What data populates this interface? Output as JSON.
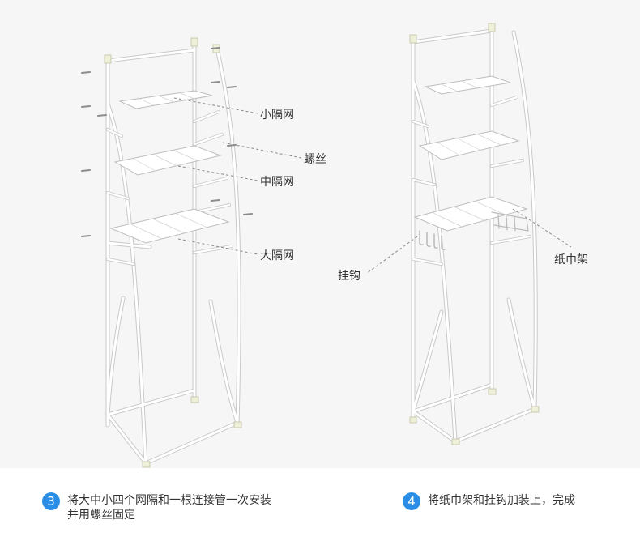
{
  "colors": {
    "accent": "#2a8ee6",
    "frame": "#ffffff",
    "frame_edge": "#c8c8c8",
    "background": "#f6f6f6"
  },
  "left_figure": {
    "labels": {
      "small_net": "小隔网",
      "screw": "螺丝",
      "medium_net": "中隔网",
      "large_net": "大隔网"
    }
  },
  "right_figure": {
    "labels": {
      "hook": "挂钩",
      "towel_rack": "纸巾架"
    }
  },
  "steps": [
    {
      "number": "3",
      "lines": [
        "将大中小四个网隔和一根连接管一次安装",
        "并用螺丝固定"
      ]
    },
    {
      "number": "4",
      "lines": [
        "将纸巾架和挂钩加装上，完成"
      ]
    }
  ]
}
